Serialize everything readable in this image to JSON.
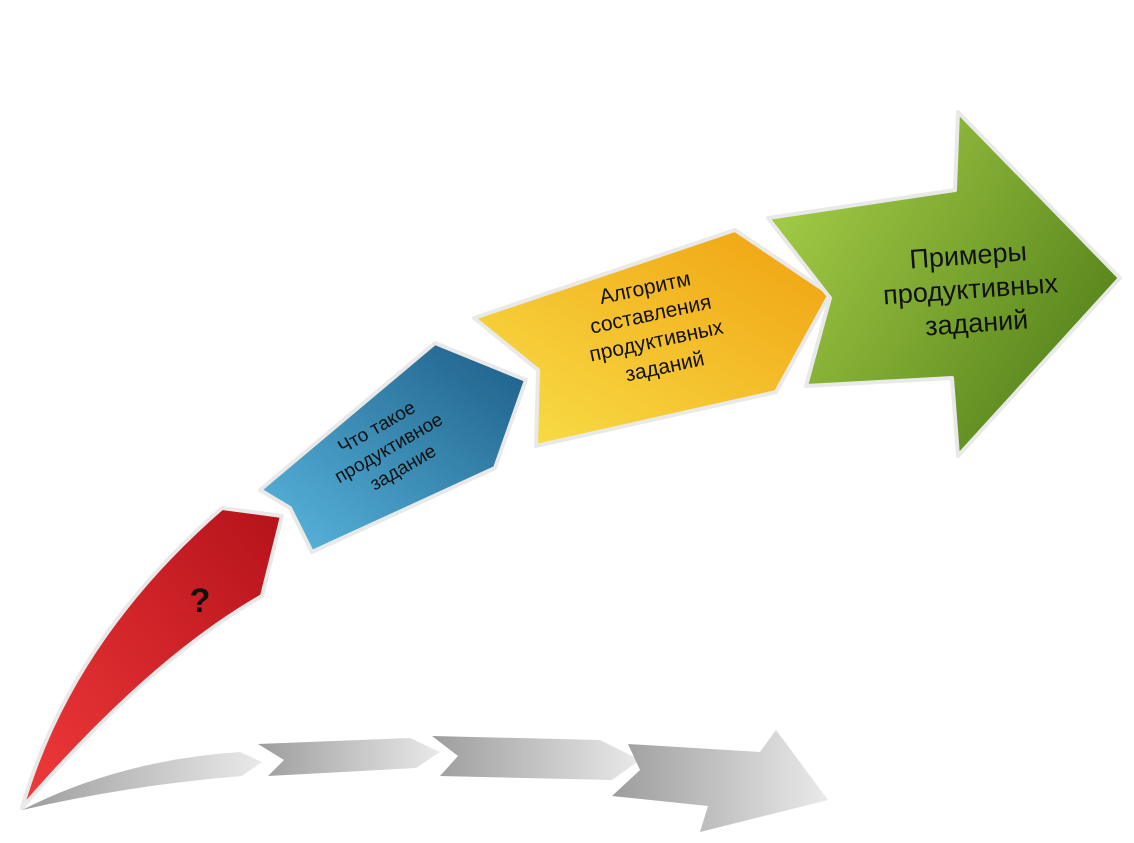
{
  "segments": [
    {
      "lines": [
        "?"
      ],
      "color": "#d8232b"
    },
    {
      "lines": [
        "Что такое",
        "продуктивное",
        "задание"
      ],
      "color": "#2f8fbd"
    },
    {
      "lines": [
        "Алгоритм",
        "составления",
        "продуктивных",
        "заданий"
      ],
      "color": "#f3c81a"
    },
    {
      "lines": [
        "Примеры",
        "продуктивных",
        "заданий"
      ],
      "color": "#7fae2a"
    }
  ]
}
